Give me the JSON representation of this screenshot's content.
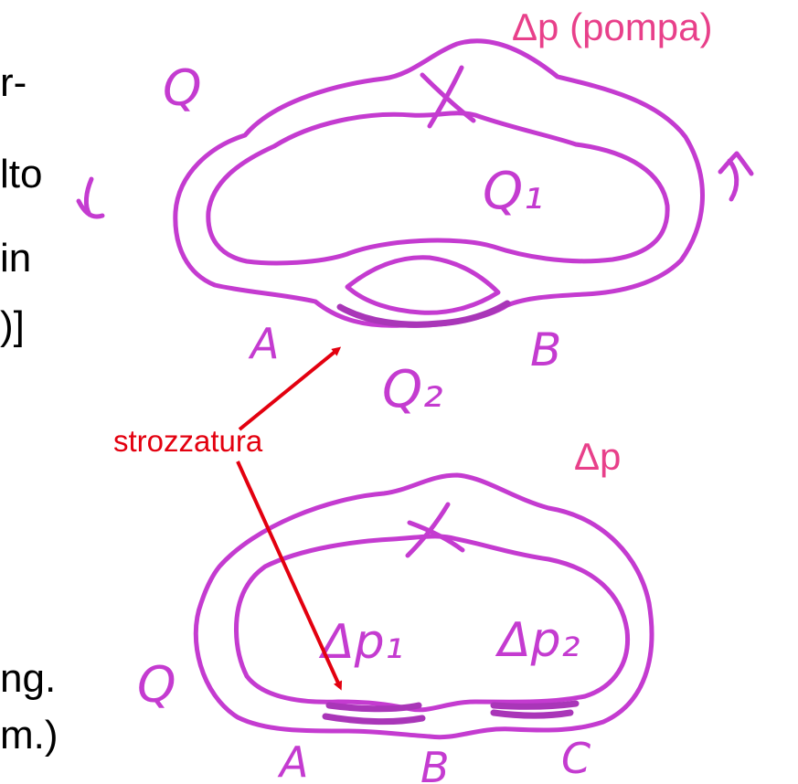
{
  "left_column_fragments": [
    "r-",
    "lto",
    "in",
    ")]",
    "ng.",
    "m.)"
  ],
  "top_diagram": {
    "title": "Δp (pompa)",
    "labels": {
      "q": "Q",
      "q1": "Q₁",
      "q2": "Q₂",
      "x": "X",
      "a": "A",
      "b": "B"
    }
  },
  "bottom_diagram": {
    "title": "Δp",
    "labels": {
      "q": "Q",
      "x": "X",
      "dp1": "Δp₁",
      "dp2": "Δp₂",
      "a": "A",
      "b": "B",
      "c": "C"
    }
  },
  "annotation": {
    "label": "strozzatura"
  },
  "colors": {
    "typed_label": "#e8408a",
    "handwriting": "#c43bd0",
    "arrow": "#e3000f"
  }
}
